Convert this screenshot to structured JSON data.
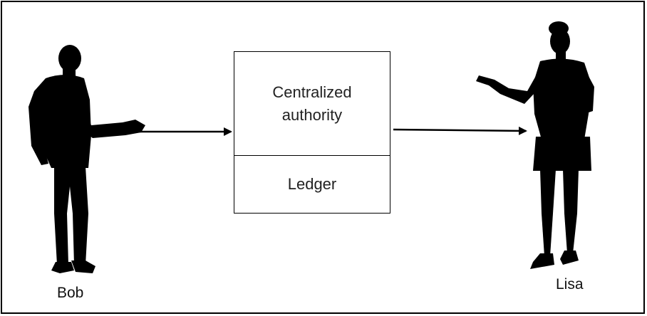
{
  "diagram": {
    "sender_label": "Bob",
    "receiver_label": "Lisa",
    "authority_label": "Centralized authority",
    "ledger_label": "Ledger",
    "colors": {
      "ink": "#000000",
      "text": "#222222",
      "background": "#ffffff"
    },
    "icons": {
      "sender": "man-silhouette-icon",
      "receiver": "woman-silhouette-icon"
    }
  }
}
